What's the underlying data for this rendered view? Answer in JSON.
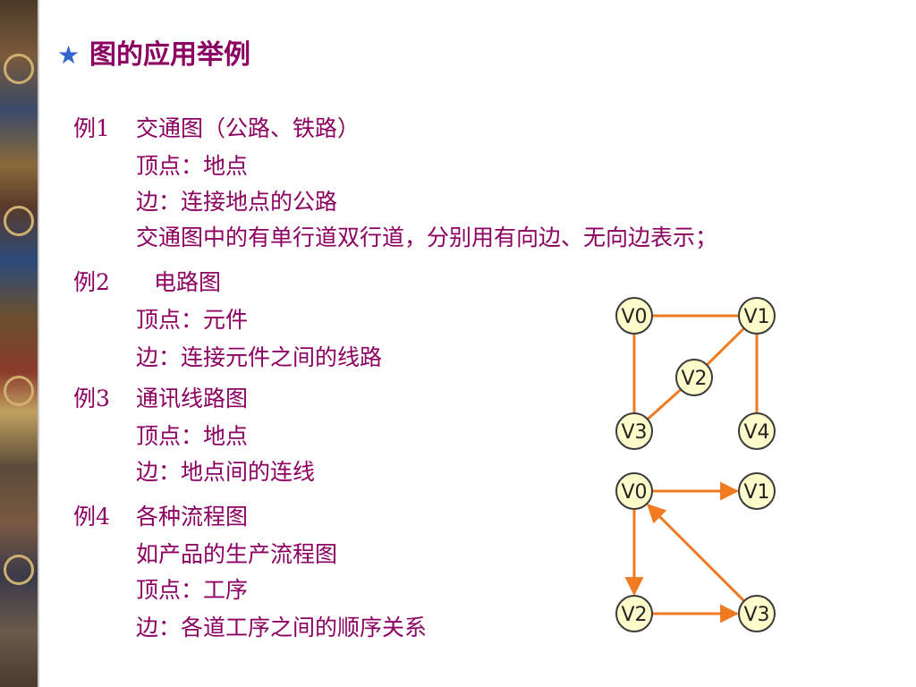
{
  "slide": {
    "title": "图的应用举例",
    "star_icon": "★",
    "examples": [
      {
        "label": "例1",
        "heading": "交通图（公路、铁路）",
        "lines": [
          "顶点：地点",
          "边：连接地点的公路",
          "交通图中的有单行道双行道，分别用有向边、无向边表示；"
        ]
      },
      {
        "label": "例2",
        "heading": "电路图",
        "lines": [
          "顶点：元件",
          "边：连接元件之间的线路"
        ]
      },
      {
        "label": "例3",
        "heading": "通讯线路图",
        "lines": [
          "顶点：地点",
          "边：地点间的连线"
        ]
      },
      {
        "label": "例4",
        "heading": "各种流程图",
        "lines": [
          "如产品的生产流程图",
          "顶点：工序",
          "边：各道工序之间的顺序关系"
        ]
      }
    ]
  },
  "graphs": {
    "edge_color": "#f07a20",
    "node_fill": "#fffccc",
    "undirected": {
      "nodes": [
        "V0",
        "V1",
        "V2",
        "V3",
        "V4"
      ],
      "edges": [
        [
          "V0",
          "V1"
        ],
        [
          "V0",
          "V3"
        ],
        [
          "V1",
          "V2"
        ],
        [
          "V1",
          "V4"
        ],
        [
          "V2",
          "V3"
        ]
      ]
    },
    "directed": {
      "nodes": [
        "V0",
        "V1",
        "V2",
        "V3"
      ],
      "edges": [
        [
          "V0",
          "V1"
        ],
        [
          "V0",
          "V2"
        ],
        [
          "V2",
          "V3"
        ],
        [
          "V3",
          "V0"
        ]
      ]
    }
  }
}
